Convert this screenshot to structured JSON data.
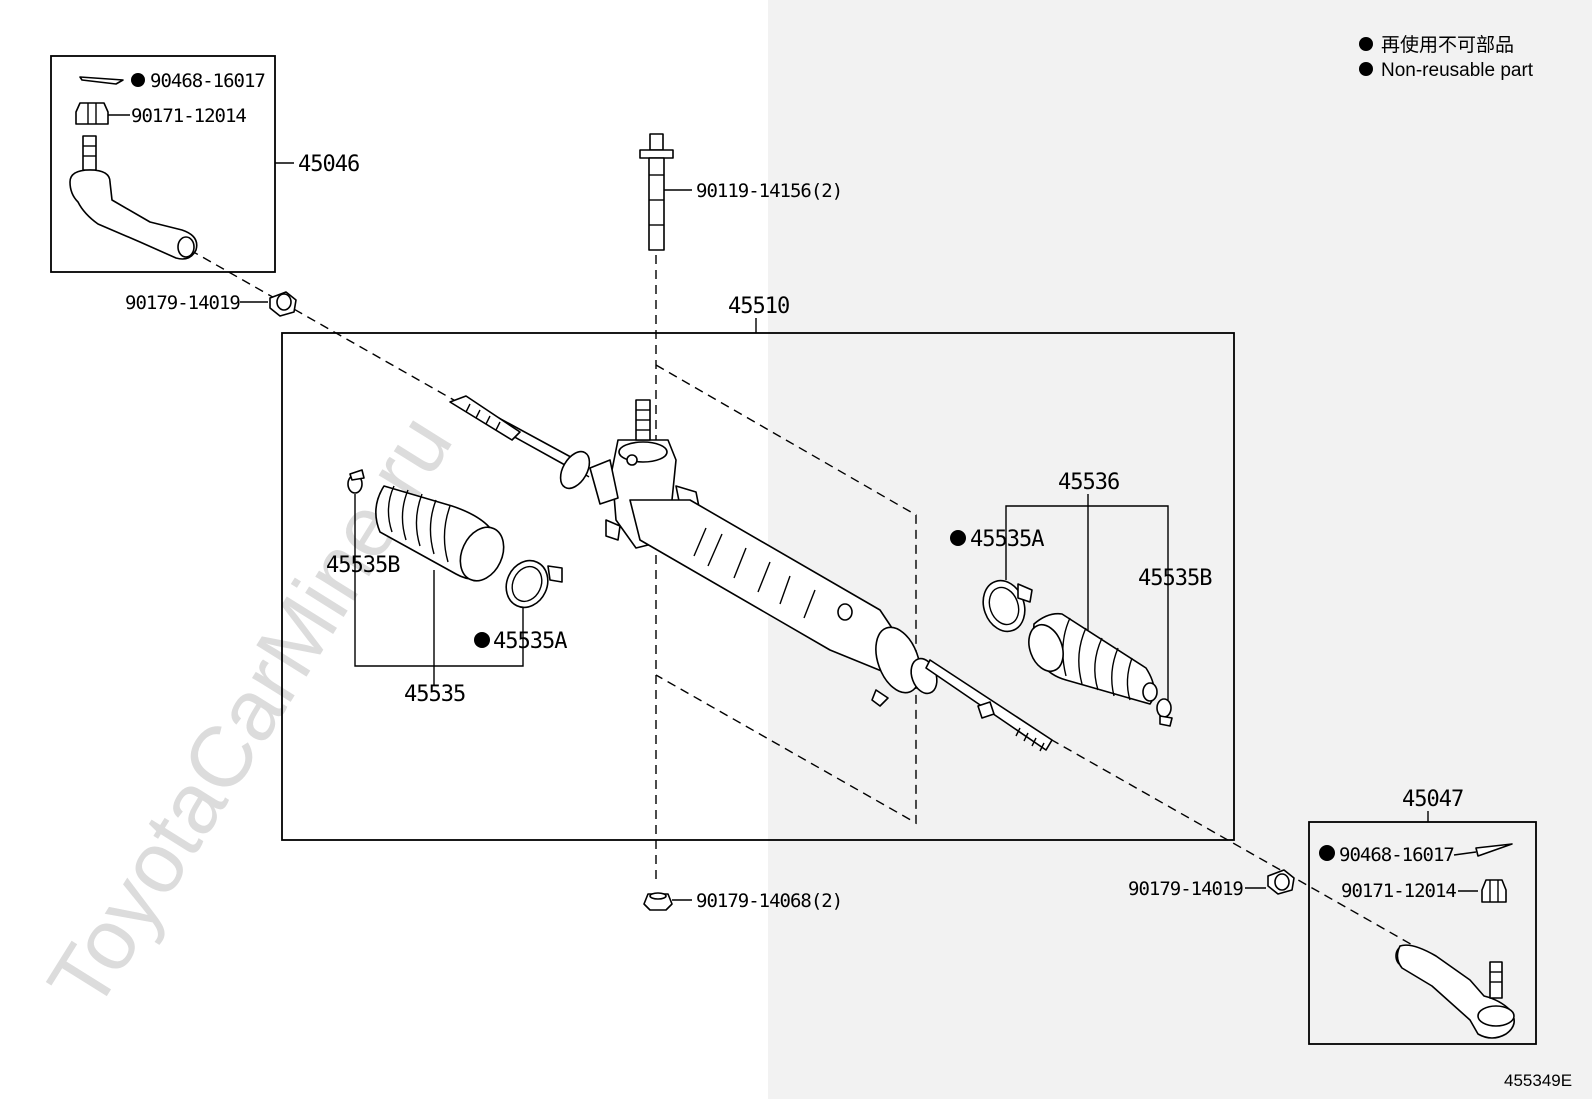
{
  "legend": {
    "line_jp": "再使用不可部品",
    "line_en": "Non-reusable part"
  },
  "figure_number": "455349E",
  "watermark": "ToyotaCarMine.ru",
  "parts": {
    "tie_rod_end_lh": "45046",
    "tie_rod_end_rh": "45047",
    "cotter_pin_lh": "90468-16017",
    "cotter_pin_rh": "90468-16017",
    "castle_nut_lh": "90171-12014",
    "castle_nut_rh": "90171-12014",
    "lock_nut_lh": "90179-14019",
    "lock_nut_rh": "90179-14019",
    "bolt": "90119-14156(2)",
    "nut": "90179-14068(2)",
    "gear_assembly": "45510",
    "boot_set_lh": "45535",
    "boot_set_rh": "45536",
    "clamp_b_lh": "45535B",
    "clamp_b_rh": "45535B",
    "clamp_a_lh": "45535A",
    "clamp_a_rh": "45535A"
  },
  "colors": {
    "background_left": "#ffffff",
    "background_right": "#f2f2f2",
    "ink": "#000000",
    "watermark": "#dcdcdc"
  }
}
